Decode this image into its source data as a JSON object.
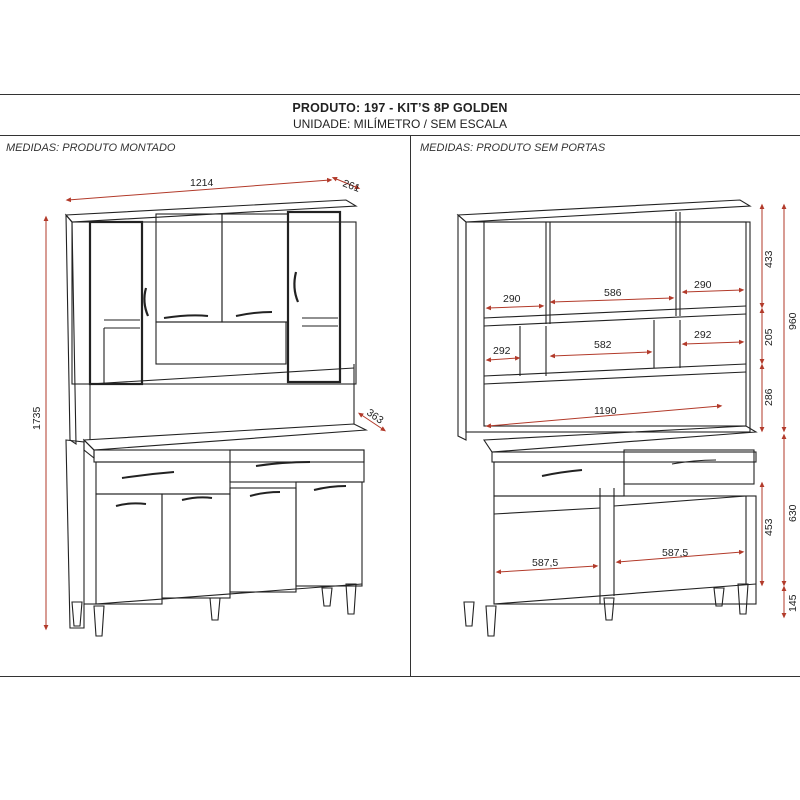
{
  "header": {
    "title": "PRODUTO: 197 - KIT’S 8P GOLDEN",
    "subtitle": "UNIDADE: MILÍMETRO / SEM ESCALA"
  },
  "left_panel": {
    "label": "MEDIDAS: PRODUTO MONTADO",
    "dims": {
      "width": "1214",
      "depth_top": "261",
      "height": "1735",
      "depth_counter": "363"
    }
  },
  "right_panel": {
    "label": "MEDIDAS: PRODUTO SEM PORTAS",
    "dims": {
      "shelf_left_top": "290",
      "shelf_center_top": "586",
      "shelf_right_top": "290",
      "shelf_left_mid": "292",
      "shelf_center_mid": "582",
      "shelf_right_mid": "292",
      "counter_width": "1190",
      "bottom_left": "587,5",
      "bottom_right": "587,5",
      "h_433": "433",
      "h_205": "205",
      "h_286": "286",
      "h_960": "960",
      "h_453": "453",
      "h_630": "630",
      "h_145": "145"
    }
  },
  "colors": {
    "line": "#222222",
    "dimension": "#b23a2a"
  }
}
